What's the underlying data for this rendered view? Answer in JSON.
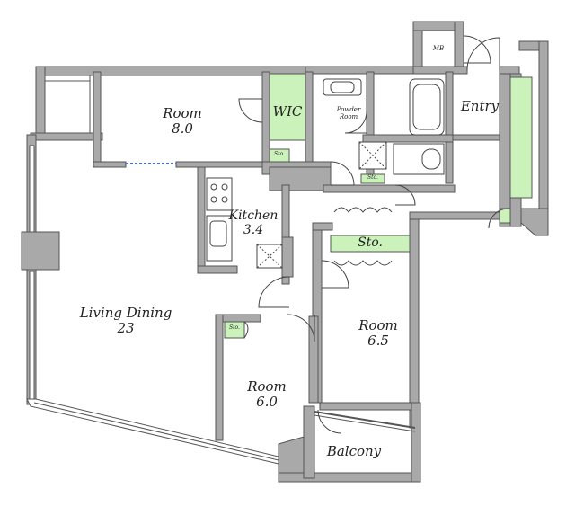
{
  "rooms": {
    "room_north": {
      "name": "Room",
      "size": "8.0"
    },
    "wic": {
      "name": "WIC"
    },
    "powder_room": {
      "name": "Powder Room",
      "line1": "Powder",
      "line2": "Room"
    },
    "entry": {
      "name": "Entry"
    },
    "mb": {
      "name": "MB"
    },
    "kitchen": {
      "name": "Kitchen",
      "size": "3.4"
    },
    "living_dining": {
      "name": "Living Dining",
      "size": "23"
    },
    "room_east": {
      "name": "Room",
      "size": "6.5"
    },
    "room_south": {
      "name": "Room",
      "size": "6.0"
    },
    "balcony": {
      "name": "Balcony"
    }
  },
  "storage": {
    "sto_large": "Sto.",
    "sto_small_1": "Sto.",
    "sto_small_2": "Sto.",
    "sto_small_3": "Sto."
  },
  "colors": {
    "wall": "#a9a9a9",
    "wall_outline": "#555555",
    "storage_fill": "#ccf2bc",
    "background": "#ffffff"
  }
}
